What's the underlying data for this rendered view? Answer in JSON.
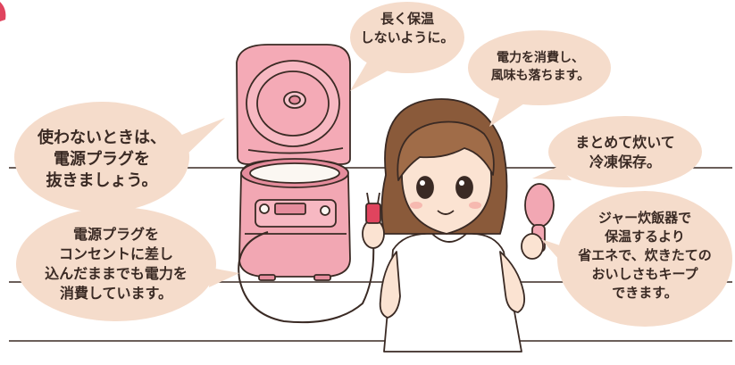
{
  "colors": {
    "bubble": "#f5dccb",
    "cooker_body": "#f2a7b3",
    "cooker_dark": "#e58c9c",
    "cooker_lid": "#f4aab6",
    "rice": "#fbf7f2",
    "hair": "#8a5a3a",
    "hair_light": "#a06c48",
    "skin": "#fbe3d2",
    "shirt": "#ffffff",
    "line": "#3a2a24",
    "accent": "#e0445e"
  },
  "bubbles": {
    "keep_warm": [
      "長く保温",
      "しないように。"
    ],
    "power_consumption": [
      "電力を消費し、",
      "風味も落ちます。"
    ],
    "unplug": [
      "使わないときは、",
      "電源プラグを",
      "抜きましょう。"
    ],
    "standby_power": [
      "電源プラグを",
      "コンセントに差し",
      "込んだままでも電力を",
      "消費しています。"
    ],
    "freeze": [
      "まとめて炊いて",
      "冷凍保存。"
    ],
    "energy_saving": [
      "ジャー炊飯器で",
      "保温するより",
      "省エネで、炊きたての",
      "おいしさもキープ",
      "できます。"
    ]
  }
}
